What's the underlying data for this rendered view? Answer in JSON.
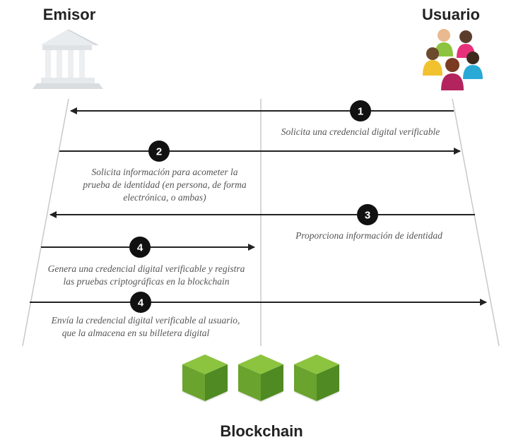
{
  "actors": {
    "issuer": {
      "label": "Emisor",
      "icon": "bank-building-icon"
    },
    "user": {
      "label": "Usuario",
      "icon": "people-group-icon"
    },
    "blockchain": {
      "label": "Blockchain",
      "icon": "green-blocks-icon"
    }
  },
  "colors": {
    "line": "#222222",
    "badge": "#111111",
    "text": "#555555",
    "block_top": "#8cc43f",
    "block_left": "#6aa32d",
    "block_right": "#4f8a22"
  },
  "steps": [
    {
      "number": "1",
      "lines": [
        "Solicita una credencial digital verificable"
      ]
    },
    {
      "number": "2",
      "lines": [
        "Solicita información para acometer la",
        "prueba de identidad (en persona, de forma",
        "electrónica, o ambas)"
      ]
    },
    {
      "number": "3",
      "lines": [
        "Proporciona información de identidad"
      ]
    },
    {
      "number": "4",
      "lines": [
        "Genera una credencial digital verificable y registra",
        "las pruebas criptográficas en la blockchain"
      ]
    },
    {
      "number": "4",
      "lines": [
        "Envía la credencial digital verificable al usuario,",
        "que la almacena en su billetera digital"
      ]
    }
  ]
}
